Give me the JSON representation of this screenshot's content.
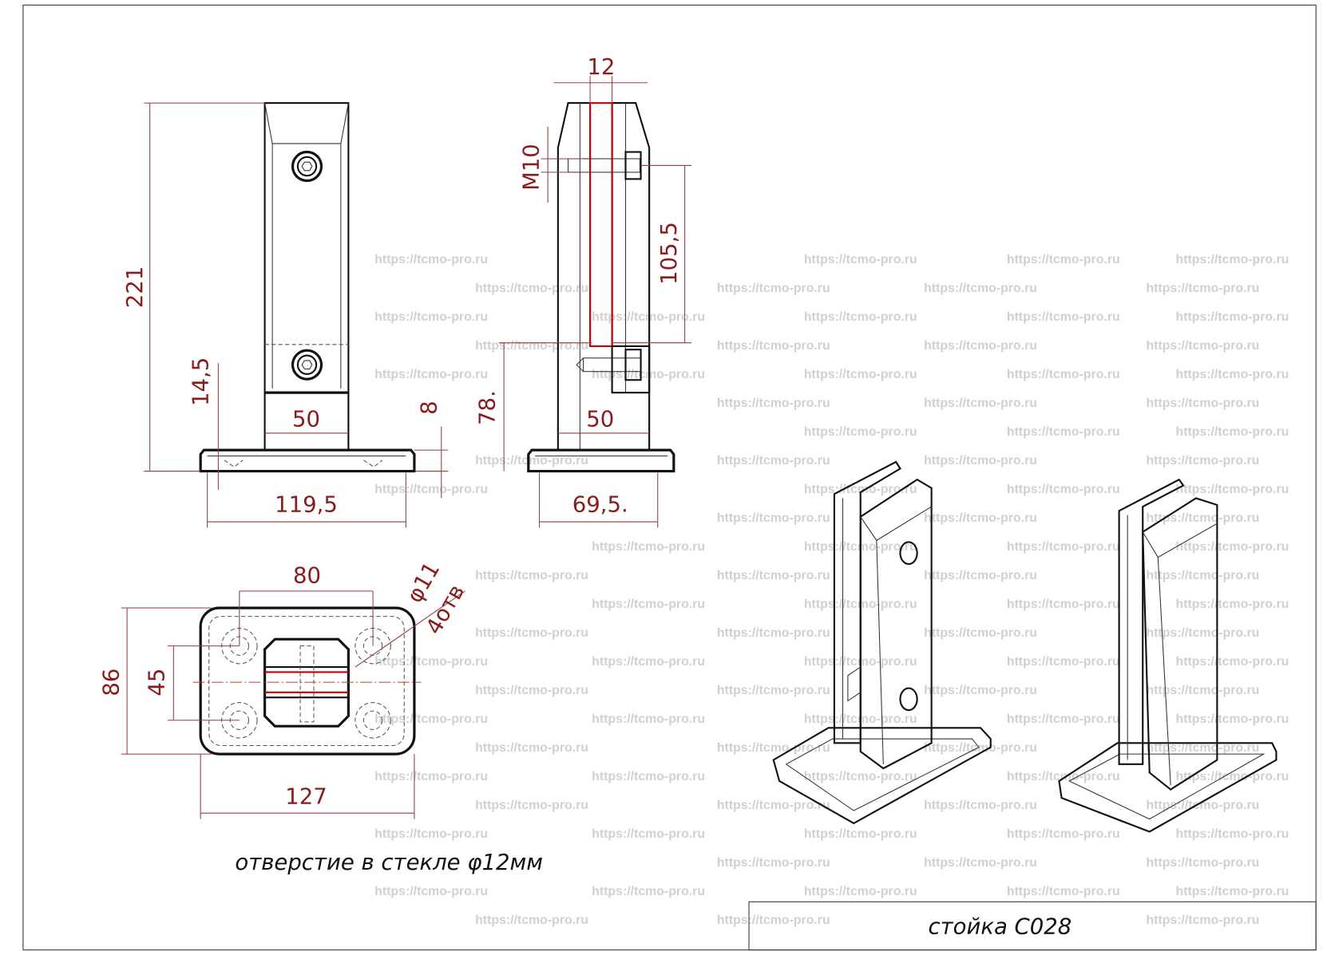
{
  "watermark": "https://tcmo-pro.ru",
  "front_view": {
    "dim_height": "221",
    "dim_base_offset": "14,5",
    "dim_post_width": "50",
    "dim_base_thickness": "8",
    "dim_base_length": "119,5"
  },
  "side_view": {
    "dim_slot": "12",
    "dim_bolt": "M10",
    "dim_bolt_spacing": "105,5",
    "dim_lower_bolt": "78.",
    "dim_post_depth": "50",
    "dim_base_width": "69,5."
  },
  "top_view": {
    "dim_hole_spacing_x": "80",
    "dim_hole_diameter": "φ11",
    "dim_hole_count": "4отв",
    "dim_base_width": "86",
    "dim_hole_spacing_y": "45",
    "dim_base_length": "127"
  },
  "caption": "отверстие в стекле φ12мм",
  "title_block": {
    "title": "стойка С028"
  },
  "colors": {
    "dimension": "#8b1a1a",
    "line": "#111111",
    "glass": "#cc0000"
  }
}
